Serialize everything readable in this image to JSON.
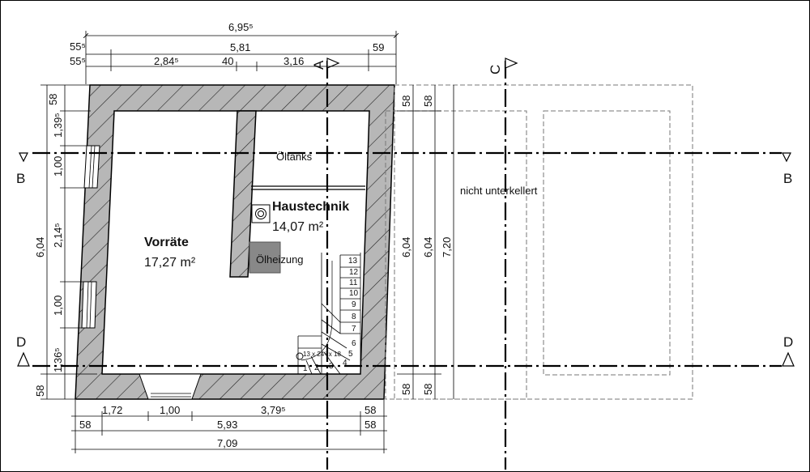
{
  "rooms": {
    "vorraete": {
      "name": "Vorräte",
      "area": "17,27 m²"
    },
    "haustechnik": {
      "name": "Haustechnik",
      "area": "14,07 m²"
    }
  },
  "labels": {
    "oeltanks": "Öltanks",
    "oelheizung": "Ölheizung",
    "nicht_unterkellert": "nicht unterkellert",
    "stair_formula": "13 x 24⁵ x 18",
    "stair_steps": [
      "1",
      "2",
      "3",
      "4",
      "5",
      "6",
      "7",
      "8",
      "9",
      "10",
      "11",
      "12",
      "13"
    ]
  },
  "section_markers": {
    "a": "A",
    "b": "B",
    "c": "C",
    "d": "D"
  },
  "dims_top": {
    "overall": "6,95⁵",
    "row2_left": "55⁵",
    "row2_mid": "5,81",
    "row2_right": "59",
    "row3_left": "55⁵",
    "row3_a": "2,84⁵",
    "row3_b": "40",
    "row3_c": "3,16"
  },
  "dims_left": {
    "top_wall": "58",
    "seg1": "1,39⁵",
    "seg2": "1,00",
    "seg3": "2,14⁵",
    "seg4": "1,00",
    "seg5": "1,36⁵",
    "bottom_wall": "58",
    "overall": "6,04"
  },
  "dims_right": {
    "a_top": "58",
    "a_mid": "6,04",
    "a_bot": "58",
    "b_top": "58",
    "b_mid": "6,04",
    "b_bot": "58",
    "overall": "7,20"
  },
  "dims_bottom": {
    "r1_a": "1,72",
    "r1_b": "1,00",
    "r1_c": "3,79⁵",
    "r1_d": "58",
    "r2_a": "58",
    "r2_b": "5,93",
    "r2_c": "58",
    "overall": "7,09"
  }
}
